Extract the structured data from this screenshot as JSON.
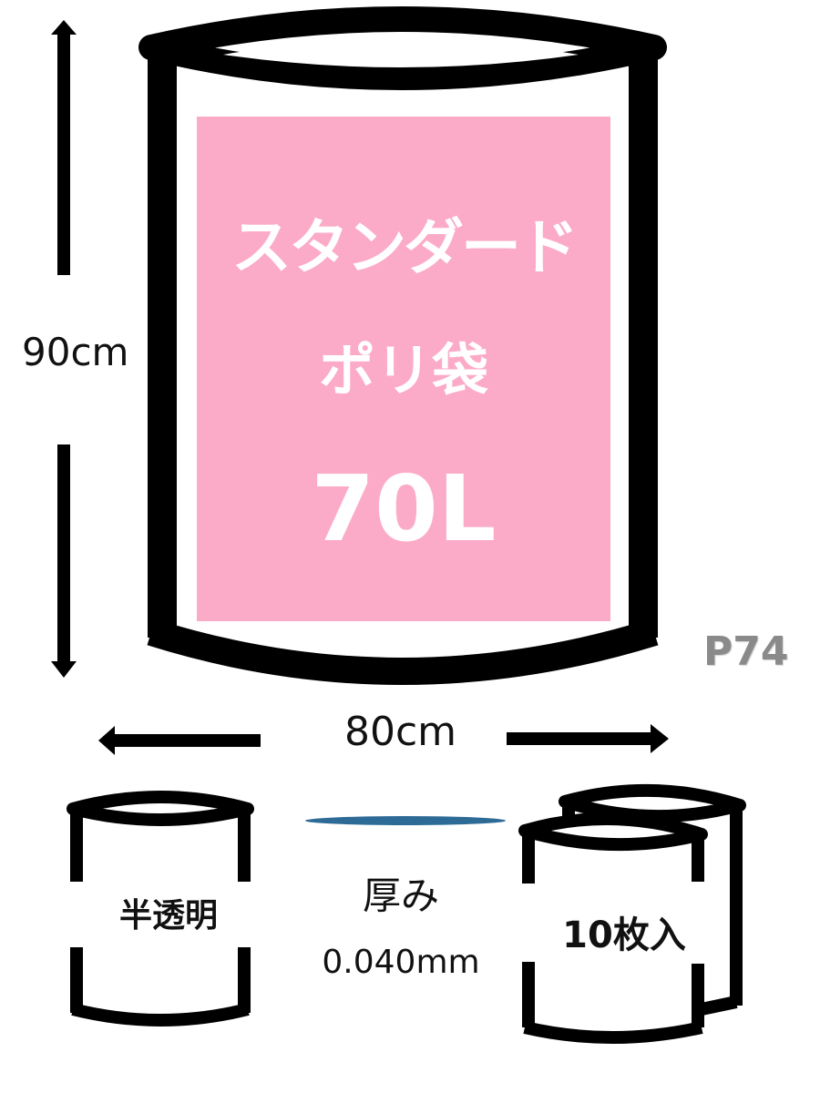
{
  "product": {
    "name_line1": "スタンダード",
    "name_line2": "ポリ袋",
    "volume": "70L",
    "panel_color": "#fbabc8"
  },
  "dimensions": {
    "height": "90cm",
    "width": "80cm"
  },
  "page_code": "P74",
  "features": {
    "transparency": "半透明",
    "thickness_label": "厚み",
    "thickness_value": "0.040mm",
    "thickness_line_color": "#2e6a96",
    "count": "10枚入"
  }
}
